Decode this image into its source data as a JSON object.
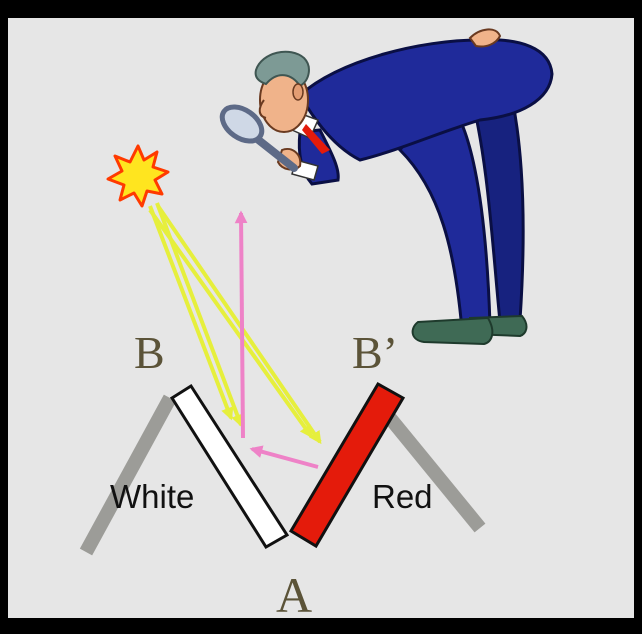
{
  "labels": {
    "point_b": "B",
    "point_b_prime": "B’",
    "point_a": "A",
    "white_card": "White",
    "red_card": "Red"
  },
  "colors": {
    "frame": "#000000",
    "background": "#e6e6e6",
    "light_rays": "#e6ef3c",
    "reflected_rays": "#ee82c7",
    "red_card": "#e41b0b",
    "white_card": "#ffffff",
    "fold_lines": "#9c9c98",
    "suit": "#1f2a9a",
    "label_letters": "#5b5338"
  },
  "icons": {
    "light_source": "starburst-icon",
    "observer": "man-with-magnifying-glass-icon"
  }
}
